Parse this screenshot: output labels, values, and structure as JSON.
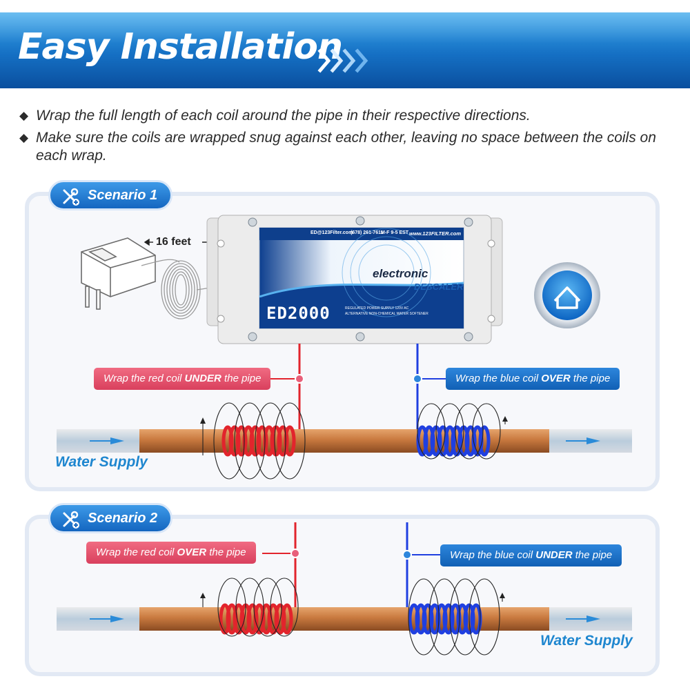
{
  "header": {
    "title": "Easy Installation"
  },
  "instructions": [
    "Wrap the full length of each coil around the pipe in their respective directions.",
    "Make sure the coils are wrapped snug against each other, leaving no space between the coils on each wrap."
  ],
  "bullet_glyph": "◆",
  "device": {
    "cable_length": "16 feet",
    "email": "ED@123Filter.com",
    "phone": "(678) 261-7611",
    "hours": "M-F 9-5 EST",
    "website": "www.123FILTER.com",
    "brand_line1": "electronic",
    "brand_line2": "DESCALER",
    "model": "ED2000",
    "spec1": "REGULATED POWER SUPPLY 120V AC",
    "spec2": "ALTERNATIVE NON-CHEMICAL WATER SOFTENER",
    "home_icon": "home-icon"
  },
  "scenario1": {
    "title": "Scenario 1",
    "red_label": {
      "prefix": "Wrap the red coil ",
      "emphasis": "UNDER",
      "suffix": " the pipe"
    },
    "blue_label": {
      "prefix": "Wrap the blue coil ",
      "emphasis": "OVER",
      "suffix": " the pipe"
    },
    "water_label": "Water Supply"
  },
  "scenario2": {
    "title": "Scenario 2",
    "red_label": {
      "prefix": "Wrap the red coil ",
      "emphasis": "OVER",
      "suffix": " the pipe"
    },
    "blue_label": {
      "prefix": "Wrap the blue coil ",
      "emphasis": "UNDER",
      "suffix": " the pipe"
    },
    "water_label": "Water Supply"
  },
  "colors": {
    "header_blue": "#1570c4",
    "red_coil": "#e2242c",
    "blue_coil": "#1f3fe0",
    "copper": "#c8793f",
    "water_text": "#1e86cf"
  }
}
